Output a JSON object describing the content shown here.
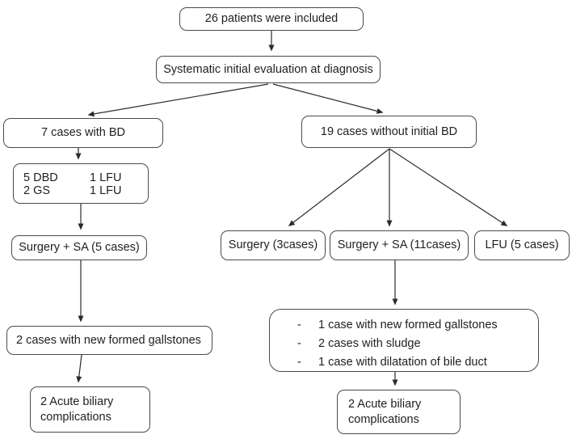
{
  "flowchart": {
    "nodes": {
      "included": "26 patients were included",
      "evaluation": "Systematic initial evaluation at diagnosis",
      "with_bd": "7 cases with BD",
      "dbd_detail": {
        "row1_left": "5 DBD",
        "row1_right": "1 LFU",
        "row2_left": "2 GS",
        "row2_right": "1 LFU"
      },
      "surgery_sa_5": "Surgery + SA (5 cases)",
      "gallstones_2": "2 cases with new formed gallstones",
      "acute_left": "2 Acute biliary complications",
      "without_bd": "19 cases without initial BD",
      "surgery_3": "Surgery (3cases)",
      "surgery_sa_11": "Surgery + SA (11cases)",
      "lfu_5": "LFU (5 cases)",
      "findings": {
        "bullet": "-",
        "items": [
          "1 case with new formed gallstones",
          "2 cases with sludge",
          "1 case with dilatation of bile duct"
        ]
      },
      "acute_right": "2 Acute biliary complications"
    },
    "colors": {
      "border": "#4a4a4a",
      "text": "#1f1f1f",
      "arrow": "#2b2b2b",
      "background": "#ffffff"
    }
  }
}
